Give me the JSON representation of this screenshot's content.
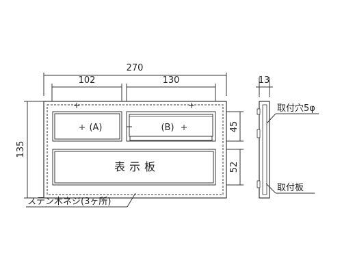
{
  "dimensions": {
    "overall_width": "270",
    "overall_height": "135",
    "width_a": "102",
    "width_b": "130",
    "height_upper": "45",
    "height_lower": "52",
    "depth": "13"
  },
  "panels": {
    "a_label": "(A)",
    "b_label": "(B)",
    "display_label": "表示板"
  },
  "callouts": {
    "screw": "ステン木ネジ(3ヶ所)",
    "mount_hole": "取付穴5φ",
    "mount_plate": "取付板"
  },
  "colors": {
    "line": "#333333",
    "panel_fill": "#dcdcdc",
    "frame_fill": "#ffffff"
  }
}
